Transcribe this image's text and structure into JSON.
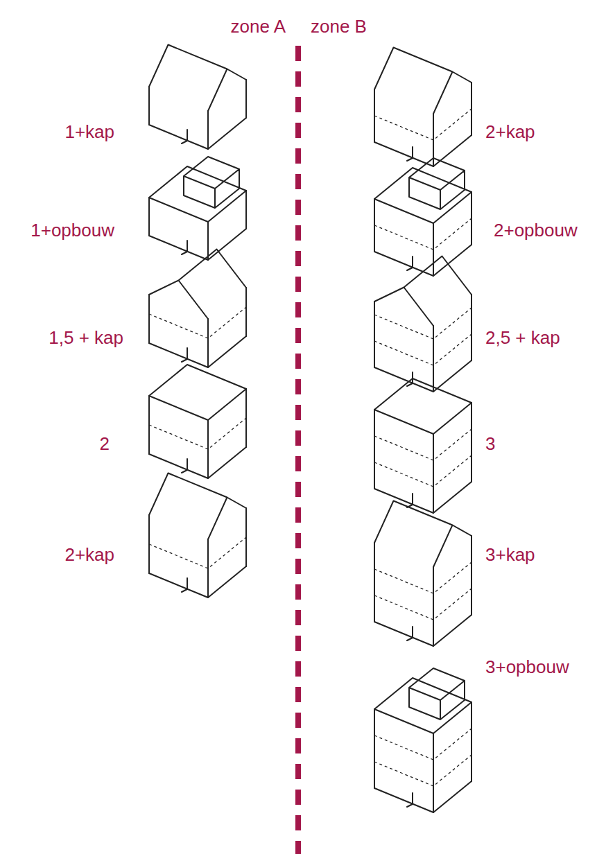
{
  "diagram": {
    "labels": [
      "zone A",
      "zone B",
      "1+kap",
      "1+opbouw",
      "1,5 + kap",
      "2",
      "2+kap",
      "2+kap",
      "2+opbouw",
      "2,5 + kap",
      "3",
      "3+kap",
      "3+opbouw"
    ]
  }
}
